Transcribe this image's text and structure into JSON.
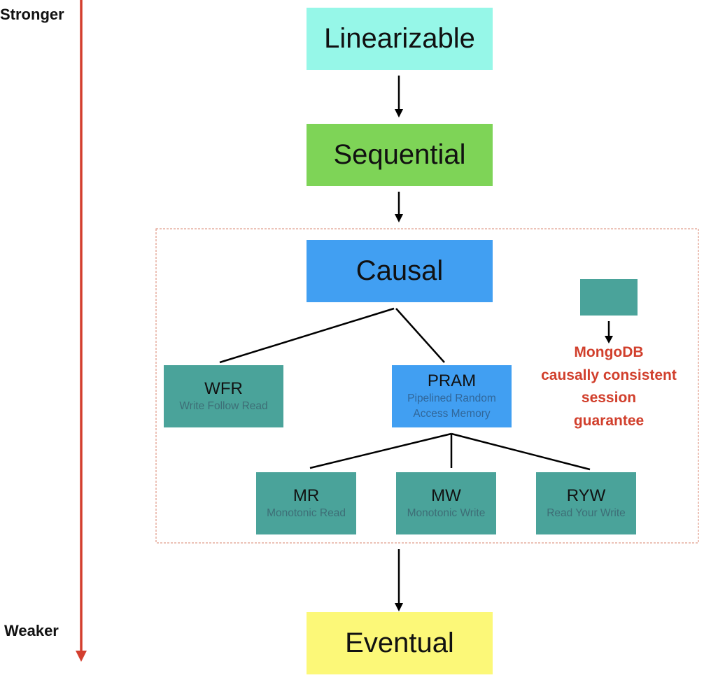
{
  "axis": {
    "top_label": "Stronger",
    "bottom_label": "Weaker",
    "color": "#d33f2f"
  },
  "nodes": {
    "linearizable": {
      "title": "Linearizable",
      "color": "#96f7e8"
    },
    "sequential": {
      "title": "Sequential",
      "color": "#7ed457"
    },
    "causal": {
      "title": "Causal",
      "color": "#419ff2"
    },
    "wfr": {
      "title": "WFR",
      "subtitle": "Write Follow Read",
      "color": "#4aa39a"
    },
    "pram": {
      "title": "PRAM",
      "subtitle_line1": "Pipelined Random",
      "subtitle_line2": "Access Memory",
      "color": "#419ff2"
    },
    "mr": {
      "title": "MR",
      "subtitle": "Monotonic Read",
      "color": "#4aa39a"
    },
    "mw": {
      "title": "MW",
      "subtitle": "Monotonic Write",
      "color": "#4aa39a"
    },
    "ryw": {
      "title": "RYW",
      "subtitle": "Read Your Write",
      "color": "#4aa39a"
    },
    "eventual": {
      "title": "Eventual",
      "color": "#fcf878"
    }
  },
  "legend": {
    "swatch_color": "#4aa39a",
    "note_lines": [
      "MongoDB",
      "causally consistent",
      "session",
      "guarantee"
    ],
    "note_color": "#d13f2c"
  },
  "session_group": {
    "border_color": "#d9846f"
  }
}
